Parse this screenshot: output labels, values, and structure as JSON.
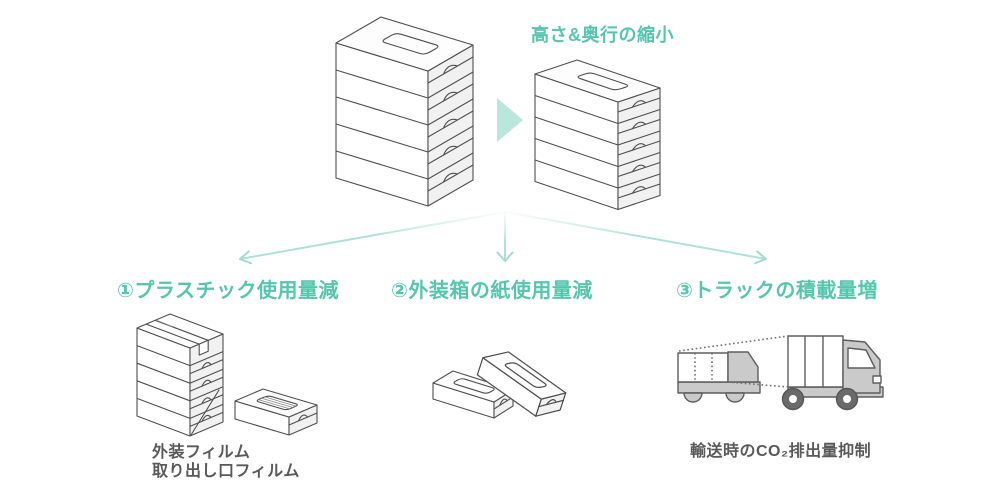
{
  "transform": {
    "title": "高さ&奥行の縮小"
  },
  "benefits": [
    {
      "label": "①プラスチック使用量減",
      "captions": [
        "外装フィルム",
        "取り出し口フィルム"
      ]
    },
    {
      "label": "②外装箱の紙使用量減",
      "captions": []
    },
    {
      "label": "③トラックの積載量増",
      "captions": [
        "輸送時のCO₂排出量抑制"
      ]
    }
  ],
  "colors": {
    "accent_teal": "#55c6ae",
    "arrow_mint": "#aee2d6",
    "caption_gray": "#595959",
    "truck_gray": "#cacaca",
    "outline_gray": "#4f4f4f"
  },
  "figures": {
    "before": "tissue-stack-5-boxes-tall",
    "after": "tissue-stack-5-boxes-compact",
    "transform_arrow": "right-triangle-arrow",
    "benefit1": "film-wrapped-stack-and-single-box",
    "benefit2": "two-tissue-boxes-leaning",
    "benefit3": "small-truck-projected-to-large-truck"
  }
}
